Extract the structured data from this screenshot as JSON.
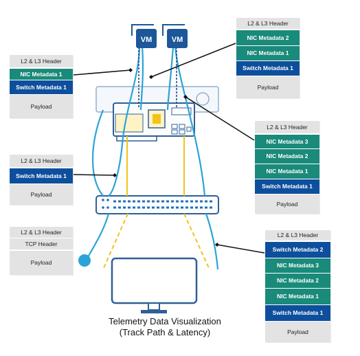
{
  "vms": [
    {
      "label": "VM"
    },
    {
      "label": "VM"
    }
  ],
  "packets": {
    "host_left": {
      "header": "L2 & L3 Header",
      "rows": [
        "NIC Metadata 1",
        "Switch Metadata 1"
      ],
      "payload": "Payload"
    },
    "host_right": {
      "header": "L2 & L3 Header",
      "rows": [
        "NIC Metadata 2",
        "NIC Metadata 1",
        "Switch Metadata 1"
      ],
      "payload": "Payload"
    },
    "nic_right": {
      "header": "L2 & L3 Header",
      "rows": [
        "NIC Metadata 3",
        "NIC Metadata 2",
        "NIC Metadata 1",
        "Switch Metadata 1"
      ],
      "payload": "Payload"
    },
    "switch_left": {
      "header": "L2 & L3 Header",
      "rows": [
        "Switch Metadata 1"
      ],
      "payload": "Payload"
    },
    "tcp_left": {
      "header": "L2 & L3 Header",
      "tcp": "TCP Header",
      "payload": "Payload"
    },
    "bottom_right": {
      "header": "L2 & L3 Header",
      "rows": [
        "Switch Metadata 2",
        "NIC Metadata 3",
        "NIC Metadata 2",
        "NIC Metadata 1",
        "Switch Metadata 1"
      ],
      "payload": "Payload"
    }
  },
  "caption": {
    "line1": "Telemetry Data Visualization",
    "line2": "(Track Path & Latency)"
  },
  "colors": {
    "teal": "#1a8a7a",
    "navy": "#0d4f9c",
    "gray": "#e3e3e3",
    "cable_blue": "#2aa3d8",
    "cable_yellow": "#f2c31c",
    "outline": "#2f5f95"
  }
}
